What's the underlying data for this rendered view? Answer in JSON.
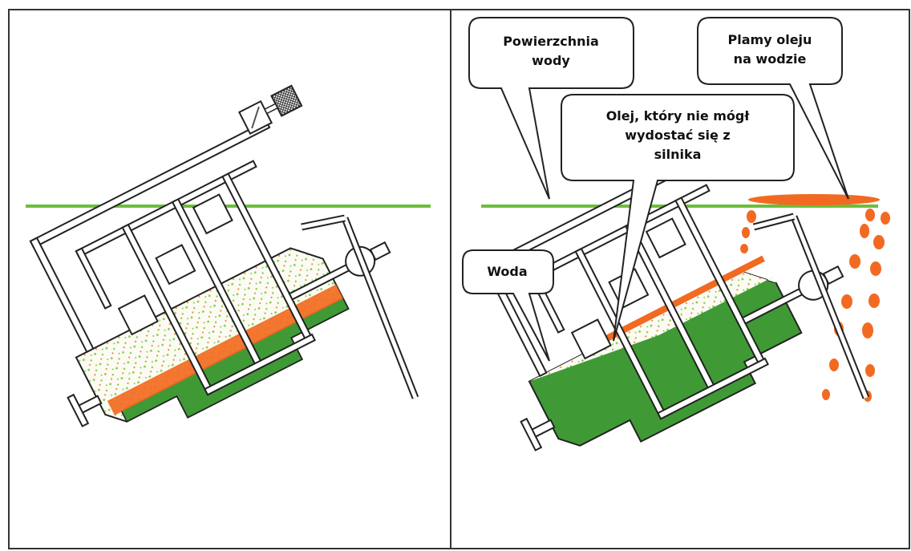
{
  "labels": {
    "surface": "Powierzchnia\nwody",
    "oil_spots": "Plamy oleju\nna wodzie",
    "trapped_oil": "Olej, który nie mógł\nwydostać się z\nsilnika",
    "water": "Woda"
  },
  "colors": {
    "water_line": "#6bbf3a",
    "engine_water": "#3f9a36",
    "oil": "#f26a21",
    "speckle_green": "#8bc94a",
    "frame": "#333333"
  },
  "icons": [
    "engine-schematic-icon",
    "oil-droplet-icon",
    "speech-bubble-icon"
  ]
}
